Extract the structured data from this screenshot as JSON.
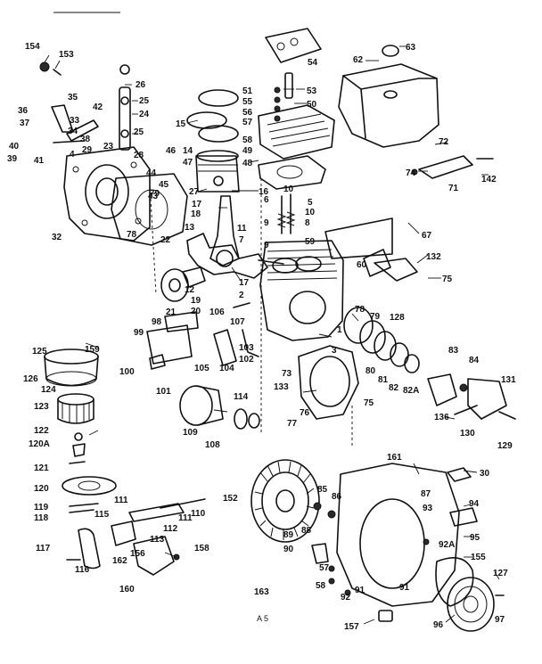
{
  "callouts": [
    "154",
    "153",
    "35",
    "36",
    "37",
    "33",
    "34",
    "42",
    "38",
    "40",
    "39",
    "41",
    "4",
    "29",
    "23",
    "26",
    "25",
    "24",
    "25",
    "28",
    "15",
    "14",
    "47",
    "46",
    "45",
    "44",
    "43",
    "27",
    "16",
    "17",
    "18",
    "13",
    "11",
    "22",
    "79",
    "78",
    "32",
    "54",
    "51",
    "55",
    "56",
    "57",
    "58",
    "53",
    "50",
    "49",
    "48",
    "10",
    "5",
    "6",
    "10",
    "8",
    "59",
    "9",
    "62",
    "63",
    "72",
    "74",
    "71",
    "142",
    "67",
    "60",
    "132",
    "75",
    "12",
    "21",
    "20",
    "19",
    "17",
    "106",
    "2",
    "107",
    "98",
    "99",
    "100",
    "101",
    "105",
    "104",
    "103",
    "102",
    "1",
    "3",
    "78",
    "79",
    "128",
    "80",
    "81",
    "82",
    "82A",
    "83",
    "84",
    "131",
    "125",
    "159",
    "126",
    "124",
    "73",
    "133",
    "76",
    "77",
    "75",
    "123",
    "122",
    "120A",
    "109",
    "114",
    "108",
    "136",
    "130",
    "129",
    "121",
    "120",
    "119",
    "118",
    "161",
    "30",
    "117",
    "116",
    "115",
    "111",
    "112",
    "111",
    "110",
    "113",
    "162",
    "156",
    "158",
    "160",
    "152",
    "85",
    "86",
    "87",
    "93",
    "94",
    "89",
    "88",
    "90",
    "57",
    "58",
    "92",
    "91",
    "92A",
    "95",
    "155",
    "91",
    "127",
    "96",
    "97",
    "157",
    "163",
    "7",
    "9"
  ],
  "page_code": "A 5"
}
